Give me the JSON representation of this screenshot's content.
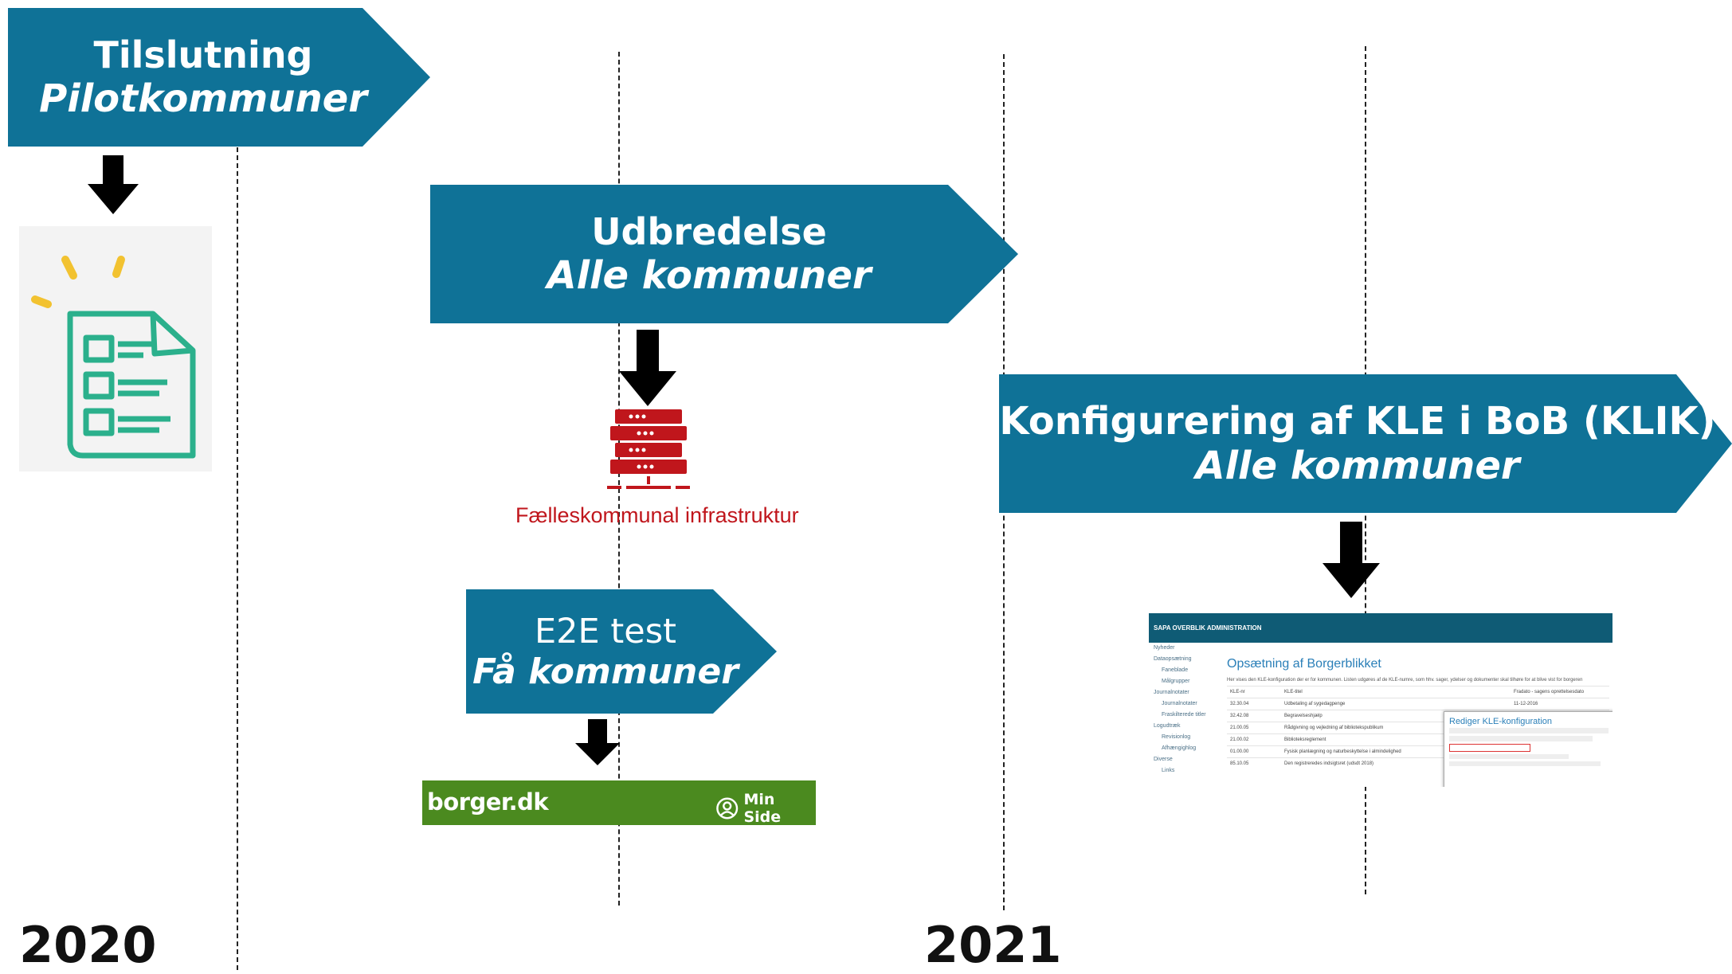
{
  "timeline": {
    "year_start": "2020",
    "year_mid": "2021"
  },
  "phases": {
    "pilot": {
      "line1": "Tilslutning",
      "line2": "Pilotkommuner"
    },
    "rollout": {
      "line1": "Udbredelse",
      "line2": "Alle kommuner"
    },
    "e2e": {
      "line1": "E2E test",
      "line2": "Få kommuner"
    },
    "config": {
      "line1": "Konfigurering af KLE i BoB (KLIK)",
      "line2": "Alle kommuner"
    }
  },
  "infrastructure": {
    "label": "Fælleskommunal infrastruktur"
  },
  "borger_bar": {
    "logo": "borger.dk",
    "min_side": "Min Side"
  },
  "screenshot": {
    "header": "SAPA OVERBLIK ADMINISTRATION",
    "title": "Opsætning af Borgerblikket",
    "intro": "Her vises den KLE-konfiguration der er for kommunen. Listen udgøres af de KLE-numre, som hhv. sager, ydelser og dokumenter skal tilhøre for at blive vist for borgeren",
    "sidebar": [
      "Nyheder",
      "Dataopsætning",
      "Faneblade",
      "Målgrupper",
      "Journalnotater",
      "Journalnotater",
      "Fraskilterede titler",
      "Logudtræk",
      "Revisionlog",
      "Afhængighlog",
      "Diverse",
      "Links"
    ],
    "columns": [
      "KLE-nr",
      "KLE-titel",
      "Fradato - sagens oprettelsesdato"
    ],
    "rows": [
      [
        "32.30.04",
        "Udbetaling af sygedagpenge",
        "11-12-2016"
      ],
      [
        "32.42.08",
        "Begravelseshjælp",
        ""
      ],
      [
        "21.00.05",
        "Rådgivning og vejledning af bibliotekspublikum",
        ""
      ],
      [
        "21.00.02",
        "Biblioteksreglement",
        ""
      ],
      [
        "01.00.00",
        "Fysisk planlægning og naturbeskyttelse i almindelighed",
        ""
      ],
      [
        "85.10.05",
        "Den registreredes indsigtsret (udsdt 2018)",
        ""
      ]
    ],
    "modal_title": "Rediger KLE-konfiguration"
  },
  "colors": {
    "chevron": "#0f7297",
    "infra_red": "#c0161c",
    "borger_green": "#4b8a1f",
    "checklist": "#2bb08c",
    "spark": "#f2c230"
  },
  "icons": [
    "checklist-icon",
    "server-icon",
    "user-circle-icon",
    "down-arrow-icon"
  ]
}
